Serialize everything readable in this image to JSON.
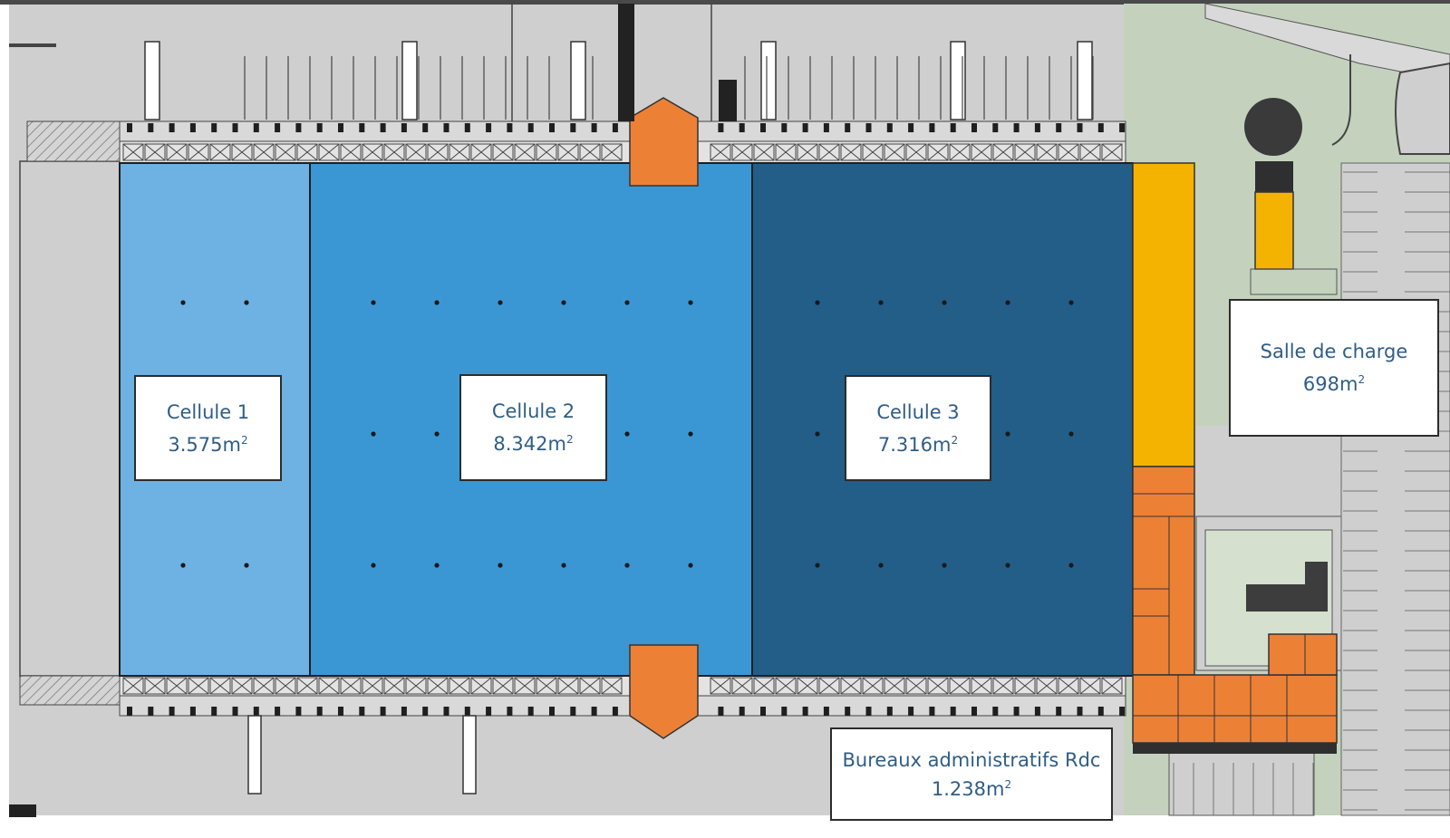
{
  "plan": {
    "colors": {
      "background": "#cfcfcf",
      "green_zone": "#c4d2bd",
      "cell1": "#6db2e2",
      "cell2": "#3a97d4",
      "cell3": "#225e88",
      "salle": "#f5b301",
      "offices": "#ec8136"
    },
    "cells": [
      {
        "name": "Cellule 1",
        "area": "3.575m",
        "exp": "2"
      },
      {
        "name": "Cellule 2",
        "area": "8.342m",
        "exp": "2"
      },
      {
        "name": "Cellule 3",
        "area": "7.316m",
        "exp": "2"
      }
    ],
    "salle": {
      "name": "Salle de charge",
      "area": "698m",
      "exp": "2"
    },
    "bureaux": {
      "name": "Bureaux administratifs Rdc",
      "area": "1.238m",
      "exp": "2"
    }
  }
}
